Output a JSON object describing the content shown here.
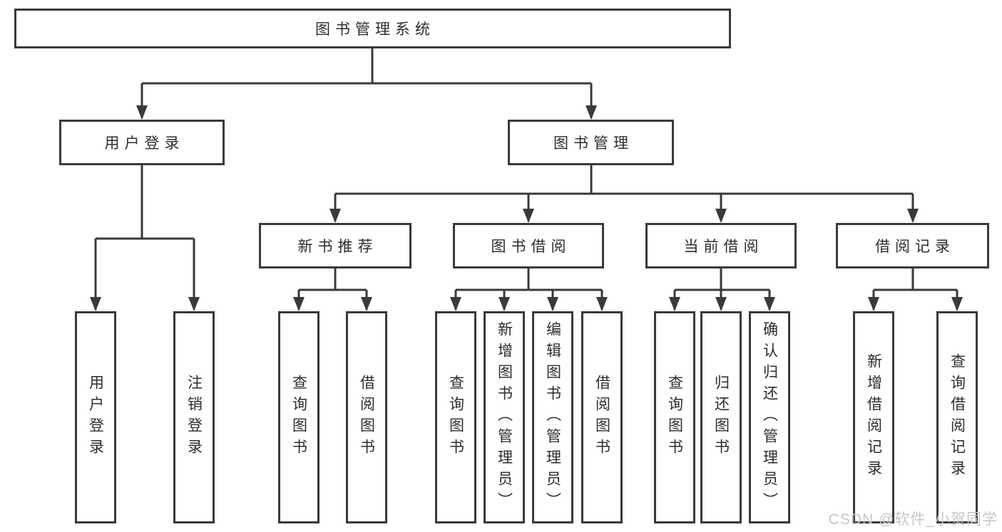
{
  "diagram": {
    "type": "hierarchy-tree",
    "tree": {
      "label": "图书管理系统",
      "children": [
        {
          "label": "用户登录",
          "children": [
            {
              "label": "用户登录"
            },
            {
              "label": "注销登录"
            }
          ]
        },
        {
          "label": "图书管理",
          "children": [
            {
              "label": "新书推荐",
              "children": [
                {
                  "label": "查询图书"
                },
                {
                  "label": "借阅图书"
                }
              ]
            },
            {
              "label": "图书借阅",
              "children": [
                {
                  "label": "查询图书"
                },
                {
                  "label": "新增图书（管理员）"
                },
                {
                  "label": "编辑图书（管理员）"
                },
                {
                  "label": "借阅图书"
                }
              ]
            },
            {
              "label": "当前借阅",
              "children": [
                {
                  "label": "查询图书"
                },
                {
                  "label": "归还图书"
                },
                {
                  "label": "确认归还（管理员）"
                }
              ]
            },
            {
              "label": "借阅记录",
              "children": [
                {
                  "label": "新增借阅记录"
                },
                {
                  "label": "查询借阅记录"
                }
              ]
            }
          ]
        }
      ]
    },
    "colors": {
      "line": "#3a3a3a",
      "box_border": "#3a3a3a",
      "box_fill": "#ffffff",
      "text": "#2d2d2d",
      "background": "#ffffff",
      "watermark": "#c6c6c6"
    }
  },
  "watermark": {
    "text": "CSDN @软件_小贺同学"
  }
}
